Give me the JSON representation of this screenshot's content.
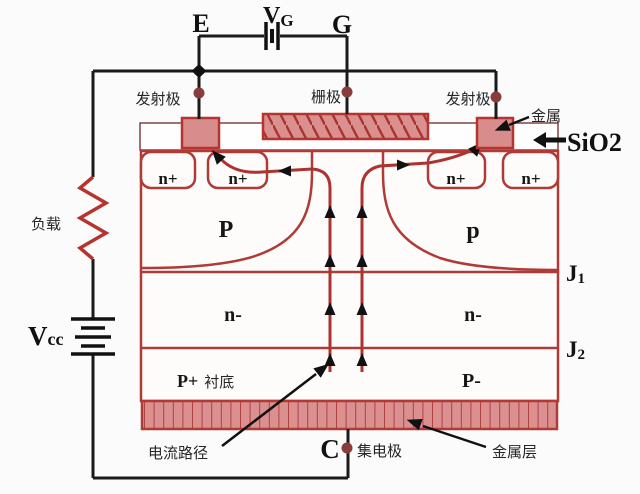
{
  "terminals": {
    "emitter": "E",
    "gate": "G",
    "collector": "C",
    "vg_main": "V",
    "vg_sub": "G",
    "vcc_main": "V",
    "vcc_sub": "cc"
  },
  "labels": {
    "emitter_left": "发射极",
    "gate_electrode": "栅极",
    "emitter_right": "发射极",
    "metal": "金属",
    "sio2": "SiO2",
    "load": "负载",
    "current_path": "电流路径",
    "collector_electrode": "集电极",
    "metal_layer": "金属层"
  },
  "regions": {
    "n_plus": [
      "n+",
      "n+",
      "n+",
      "n+"
    ],
    "p_well_left": "P",
    "p_well_right": "p",
    "n_drift_left": "n-",
    "n_drift_right": "n-",
    "substrate_prefix": "P+",
    "substrate_cjk": "衬底",
    "collector_region": "P-",
    "j1_main": "J",
    "j1_sub": "1",
    "j2_main": "J",
    "j2_sub": "2"
  },
  "colors": {
    "wire_black": "#1a1a1a",
    "device_crimson": "#b03a36",
    "fill_pink": "#db9090",
    "hatch_red": "#a8342f",
    "terminal_dot_maroon": "#8a3c3c",
    "oxide_outline": "#7c4646",
    "background": "#fbfbfb"
  }
}
